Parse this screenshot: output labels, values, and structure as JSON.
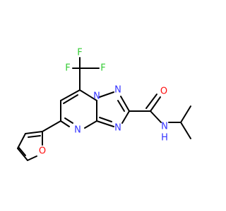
{
  "molecule": {
    "atoms": {
      "f_top": {
        "text": "F",
        "color": "#33cc33"
      },
      "f_left": {
        "text": "F",
        "color": "#33cc33"
      },
      "f_right": {
        "text": "F",
        "color": "#33cc33"
      },
      "n_ring_bridge": {
        "text": "N",
        "color": "#3333ff"
      },
      "n_triazole_top": {
        "text": "N",
        "color": "#3333ff"
      },
      "n_triazole_right": {
        "text": "N",
        "color": "#3333ff"
      },
      "n_pyrimidine": {
        "text": "N",
        "color": "#3333ff"
      },
      "n_amide": {
        "text": "N",
        "color": "#3333ff"
      },
      "h_amide": {
        "text": "H",
        "color": "#3333ff"
      },
      "o_carbonyl": {
        "text": "O",
        "color": "#ff0d0d"
      },
      "o_furan": {
        "text": "O",
        "color": "#ff0d0d"
      }
    }
  }
}
